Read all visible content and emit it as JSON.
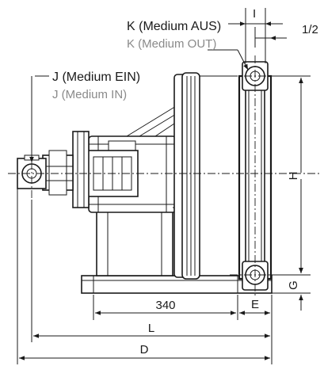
{
  "labels": {
    "k_de": "K (Medium AUS)",
    "k_en": "K (Medium OUT)",
    "j_de": "J (Medium EIN)",
    "j_en": "J (Medium IN)",
    "half": "1/2",
    "i": "I",
    "h": "H",
    "g": "G",
    "e": "E",
    "dim_340": "340",
    "l": "L",
    "d": "D"
  },
  "colors": {
    "line": "#1a1a1a",
    "secondary_text": "#8a8a8a"
  }
}
